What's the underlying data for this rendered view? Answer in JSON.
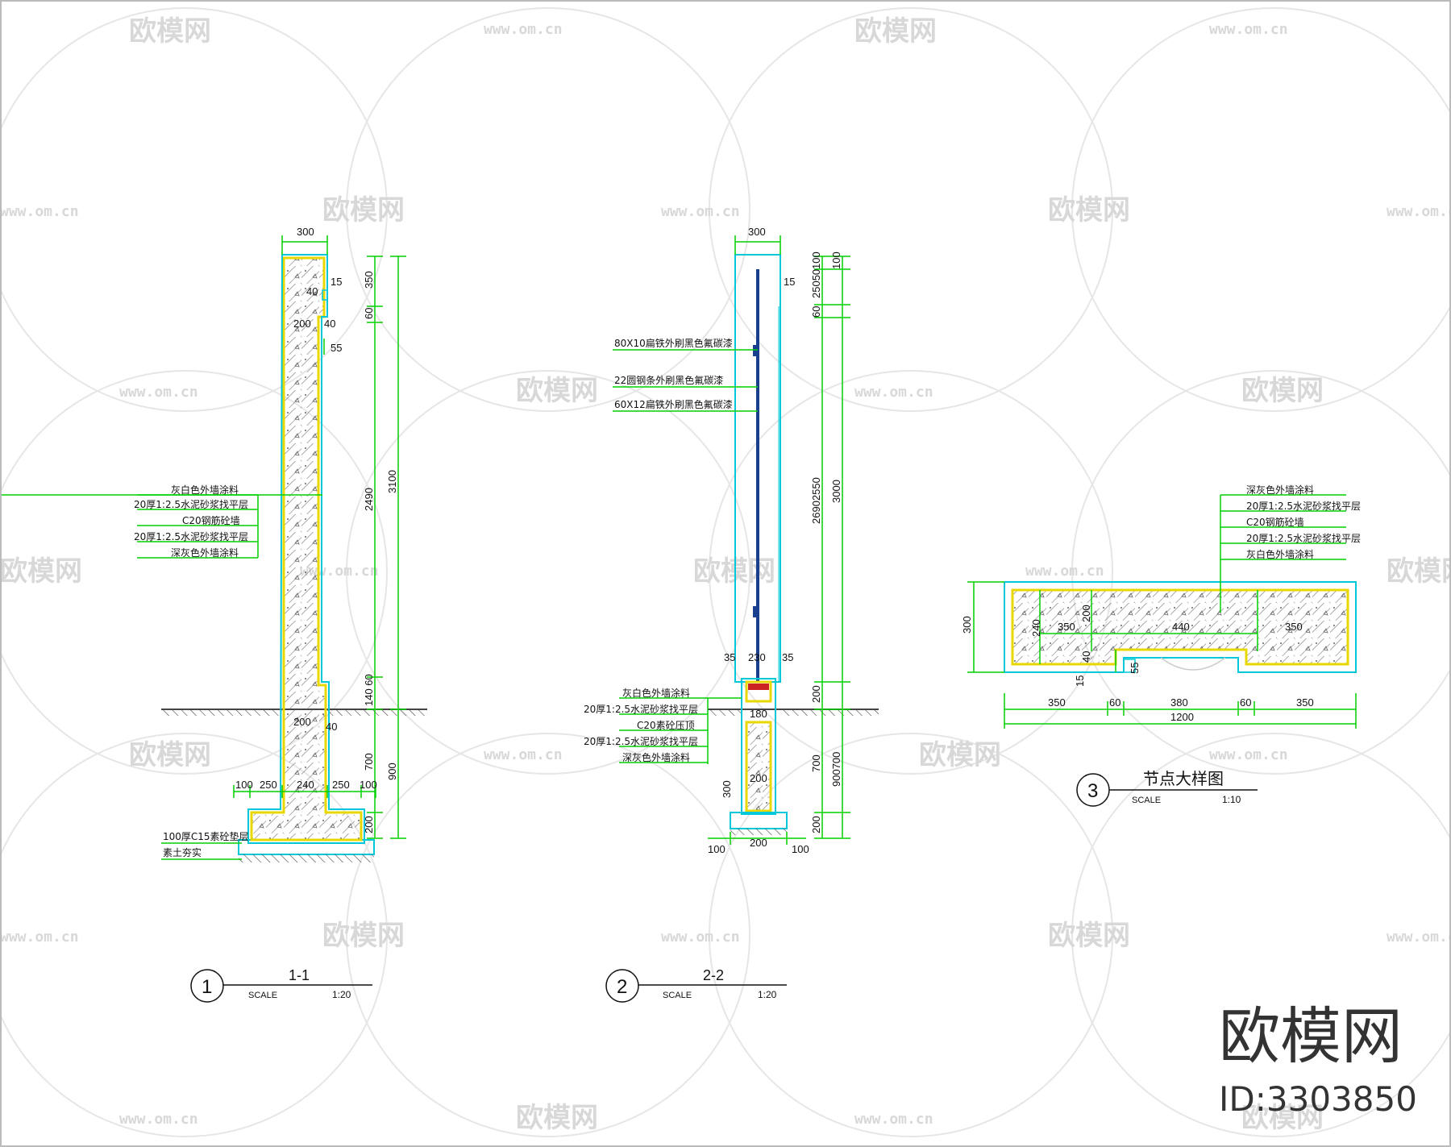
{
  "watermark": {
    "brand_cn": "欧模网",
    "url": "www.om.cn",
    "id_label": "ID:3303850"
  },
  "detail1": {
    "number": "1",
    "title": "1-1",
    "scale_label": "SCALE",
    "scale_value": "1:20",
    "dims": {
      "top_width": "300",
      "d15": "15",
      "d40a": "40",
      "d200a": "200",
      "d40b": "40",
      "d55": "55",
      "d350": "350",
      "d60": "60",
      "d2490": "2490",
      "d3100": "3100",
      "d140_60": "140 60",
      "d200b": "200",
      "d40c": "40",
      "d700": "700",
      "d900": "900",
      "d200c": "200",
      "b100a": "100",
      "b250a": "250",
      "b240": "240",
      "b250b": "250",
      "b100b": "100"
    },
    "layers": [
      "灰白色外墙涂料",
      "20厚1:2.5水泥砂浆找平层",
      "C20钢筋砼墙",
      "20厚1:2.5水泥砂浆找平层",
      "深灰色外墙涂料"
    ],
    "base_layers": [
      "100厚C15素砼垫层",
      "素土夯实"
    ]
  },
  "detail2": {
    "number": "2",
    "title": "2-2",
    "scale_label": "SCALE",
    "scale_value": "1:20",
    "dims": {
      "top_width": "300",
      "d15": "15",
      "r100a": "100",
      "r25050": "25050",
      "r100b": "100",
      "r60": "60",
      "r26902550": "26902550",
      "r3000": "3000",
      "r200a": "200",
      "r700": "700",
      "r900700": "900700",
      "r200b": "200",
      "d35a": "35",
      "d230": "230",
      "d35b": "35",
      "d180": "180",
      "d200a": "200",
      "d300": "300",
      "b100a": "100",
      "b200": "200",
      "b100b": "100"
    },
    "callouts_top": [
      "80X10扁铁外刷黑色氟碳漆",
      "22圆钢条外刷黑色氟碳漆",
      "60X12扁铁外刷黑色氟碳漆"
    ],
    "layers": [
      "灰白色外墙涂料",
      "20厚1:2.5水泥砂浆找平层",
      "C20素砼压顶",
      "20厚1:2.5水泥砂浆找平层",
      "深灰色外墙涂料"
    ]
  },
  "detail3": {
    "number": "3",
    "title": "节点大样图",
    "scale_label": "SCALE",
    "scale_value": "1:10",
    "layers": [
      "深灰色外墙涂料",
      "20厚1:2.5水泥砂浆找平层",
      "C20钢筋砼墙",
      "20厚1:2.5水泥砂浆找平层",
      "灰白色外墙涂料"
    ],
    "dims": {
      "h300": "300",
      "in240": "240",
      "in350a": "350",
      "in200": "200",
      "in440": "440",
      "in350b": "350",
      "in40": "40",
      "in55": "55",
      "in15": "15",
      "b350a": "350",
      "b60a": "60",
      "b380": "380",
      "b60b": "60",
      "b350b": "350",
      "b1200": "1200"
    }
  },
  "colors": {
    "dim_line": "#00d000",
    "outline": "#00c8d8",
    "finish": "#e8d800",
    "steel": "#1a3f8f",
    "hatch": "#555555",
    "ground": "#444444"
  }
}
